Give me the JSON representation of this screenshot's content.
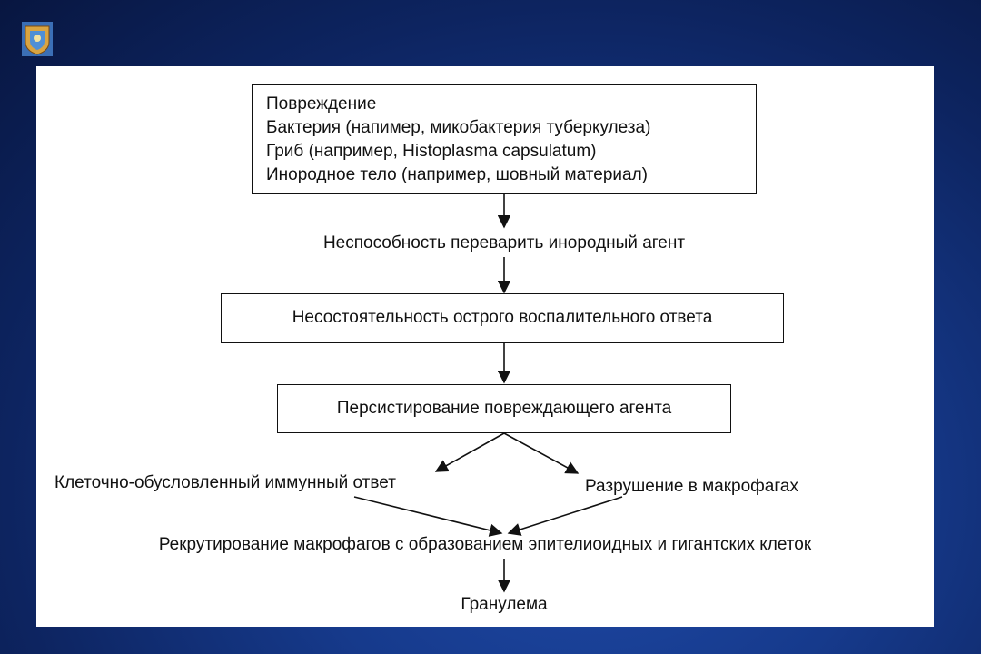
{
  "colors": {
    "background": "#0d2460",
    "panel": "#ffffff",
    "ink": "#111111",
    "emblem_gold": "#d9a441",
    "emblem_blue": "#3b6fb6"
  },
  "logo": {
    "icon": "university-emblem-icon"
  },
  "diagram": {
    "injury_box": {
      "lines": [
        "Повреждение",
        "Бактерия (напимер, микобактерия туберкулеза)",
        "Гриб (например, Histoplasma capsulatum)",
        "Инородное тело (например, шовный материал)"
      ]
    },
    "inability": "Неспособность переварить инородный агент",
    "failure_box": "Несостоятельность острого воспалительного ответа",
    "persistence_box": "Персистирование повреждающего агента",
    "cell_immune": "Клеточно-обусловленный иммунный ответ",
    "destruction": "Разрушение в макрофагах",
    "recruitment": "Рекрутирование макрофагов с образованием эпителиоидных и гигантских клеток",
    "granuloma": "Гранулема"
  }
}
